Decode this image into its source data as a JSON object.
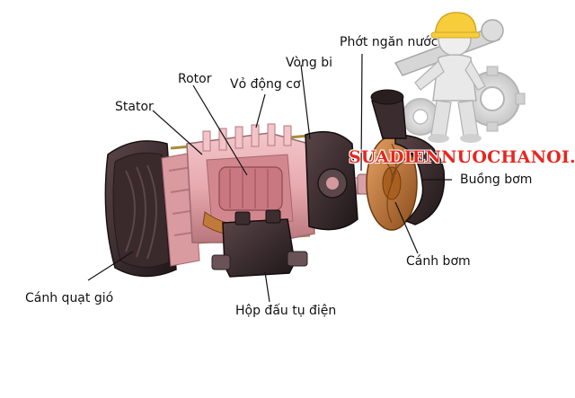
{
  "diagram": {
    "labels": {
      "rotor": "Rotor",
      "vong_bi": "Vòng bi",
      "phot_ngan_nuoc": "Phớt ngăn nước",
      "vo_dong_co": "Vỏ động cơ",
      "stator": "Stator",
      "buong_bom": "Buồng bơm",
      "canh_bom": "Cánh bơm",
      "canh_quat_gio": "Cánh quạt gió",
      "hop_dau_tu_dien": "Hộp đấu tụ điện"
    },
    "watermark": "SUADIENNUOCHANOI.VN",
    "colors": {
      "fan": "#3a2a2c",
      "motor_body": "#e7a9ae",
      "shaft": "#d98d94",
      "rotor": "#c97780",
      "bearing": "#2e2224",
      "impeller": "#b86a2a",
      "pump_housing": "#3b2d2f",
      "watermark": "#e8261f"
    },
    "icons": [
      "worker-mascot-icon",
      "gear-icon"
    ]
  }
}
